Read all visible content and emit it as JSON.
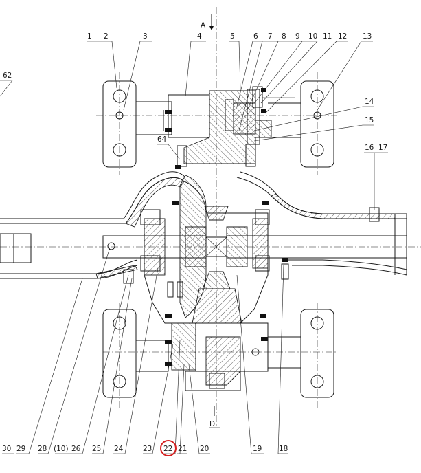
{
  "view_labels": {
    "top": "A",
    "bottom": "D"
  },
  "part_labels": {
    "p1": "1",
    "p2": "2",
    "p3": "3",
    "p4": "4",
    "p5": "5",
    "p6": "6",
    "p7": "7",
    "p8": "8",
    "p9": "9",
    "p10": "10",
    "p11": "11",
    "p12": "12",
    "p13": "13",
    "p14": "14",
    "p15": "15",
    "p16": "16",
    "p17": "17",
    "p18": "18",
    "p19": "19",
    "p20": "20",
    "p21": "21",
    "p22": "22",
    "p23": "23",
    "p24": "24",
    "p25": "25",
    "p26": "26",
    "p10b": "(10)",
    "p28": "28",
    "p29": "29",
    "p30": "30",
    "p62": "62",
    "p64": "64"
  },
  "highlighted_label": "22",
  "colors": {
    "line": "#1a1a1a",
    "highlight": "#d62020",
    "background": "#ffffff"
  }
}
